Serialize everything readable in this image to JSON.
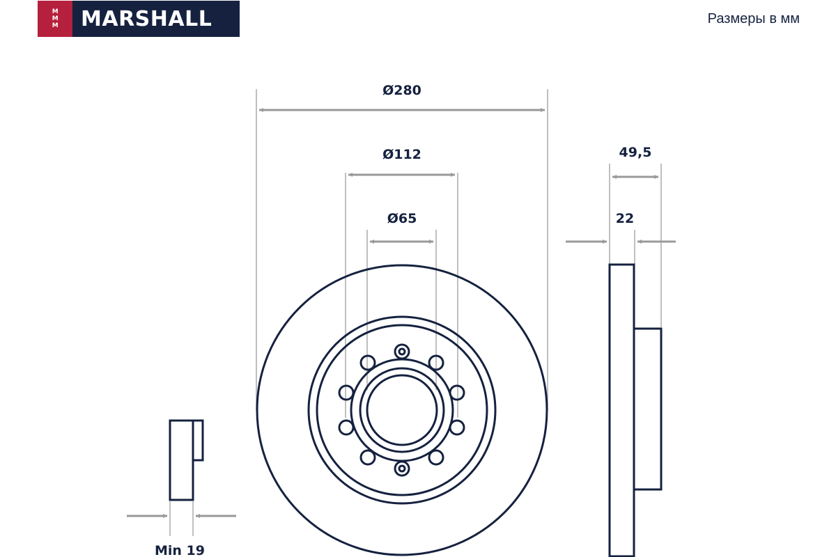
{
  "brand": {
    "name": "MARSHALL",
    "mark": "M\nM\nM"
  },
  "units_note": "Размеры в мм",
  "dimensions": {
    "outer_diameter": "Ø280",
    "bolt_circle_diameter": "Ø112",
    "center_bore_diameter": "Ø65",
    "total_height": "49,5",
    "thickness": "22",
    "min_thickness": "Min 19"
  },
  "colors": {
    "ink": "#15213f",
    "brand_red": "#b5203c",
    "dim_line": "#999999"
  }
}
